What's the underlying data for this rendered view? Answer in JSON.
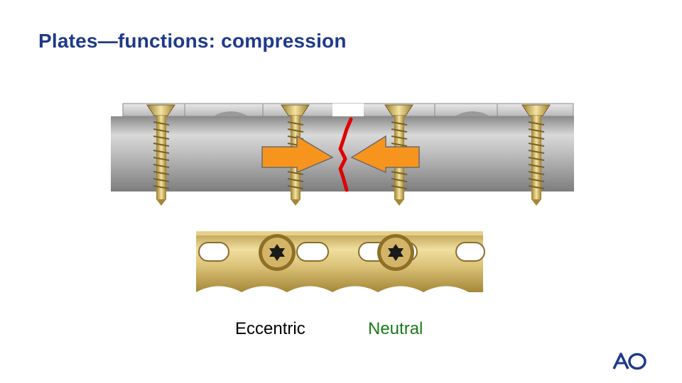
{
  "slide": {
    "title": "Plates—functions: compression"
  },
  "labels": {
    "eccentric": "Eccentric",
    "neutral": "Neutral"
  },
  "colors": {
    "title": "#1f3a8a",
    "neutral_label": "#1a7a1a",
    "arrow_fill": "#f7941d",
    "fracture_line": "#e00000",
    "plate_gold": "#d8c07a",
    "bone_gray": "#a8a8a8"
  },
  "icons": [
    "compression-arrow-left-icon",
    "compression-arrow-right-icon",
    "fracture-line-icon",
    "screw-icon",
    "ao-logo"
  ]
}
